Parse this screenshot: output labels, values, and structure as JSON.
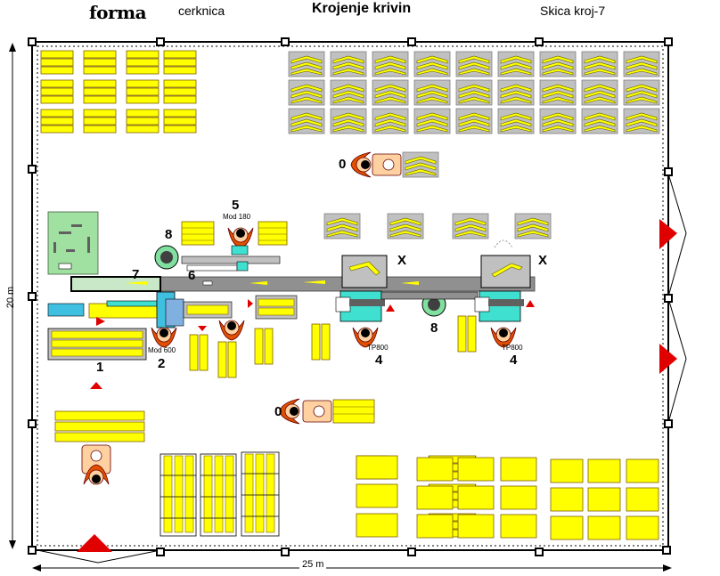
{
  "header": {
    "logo": "forma",
    "location": "cerknica",
    "title": "Krojenje krivin",
    "sketch": "Skica kroj-7"
  },
  "dimensions": {
    "height_label": "20 m",
    "width_label": "25 m"
  },
  "stations": {
    "s0_top": "0",
    "s0_mid": "0",
    "s1": "1",
    "s2": "2",
    "s2_model": "Mod 600",
    "s4_left": "4",
    "s4_left_model": "TP800",
    "s4_right": "4",
    "s4_right_model": "TP800",
    "s5": "5",
    "s5_model": "Mod 180",
    "s6": "6",
    "s7": "7",
    "s8_left": "8",
    "s8_right": "8",
    "x_left": "X",
    "x_right": "X"
  },
  "colors": {
    "wood": "#ffff00",
    "pallet": "#c0c0c0",
    "operator": "#e05000",
    "marker": "#e00000",
    "machine_teal": "#40e0d0",
    "roll_green": "#80e0a0"
  }
}
